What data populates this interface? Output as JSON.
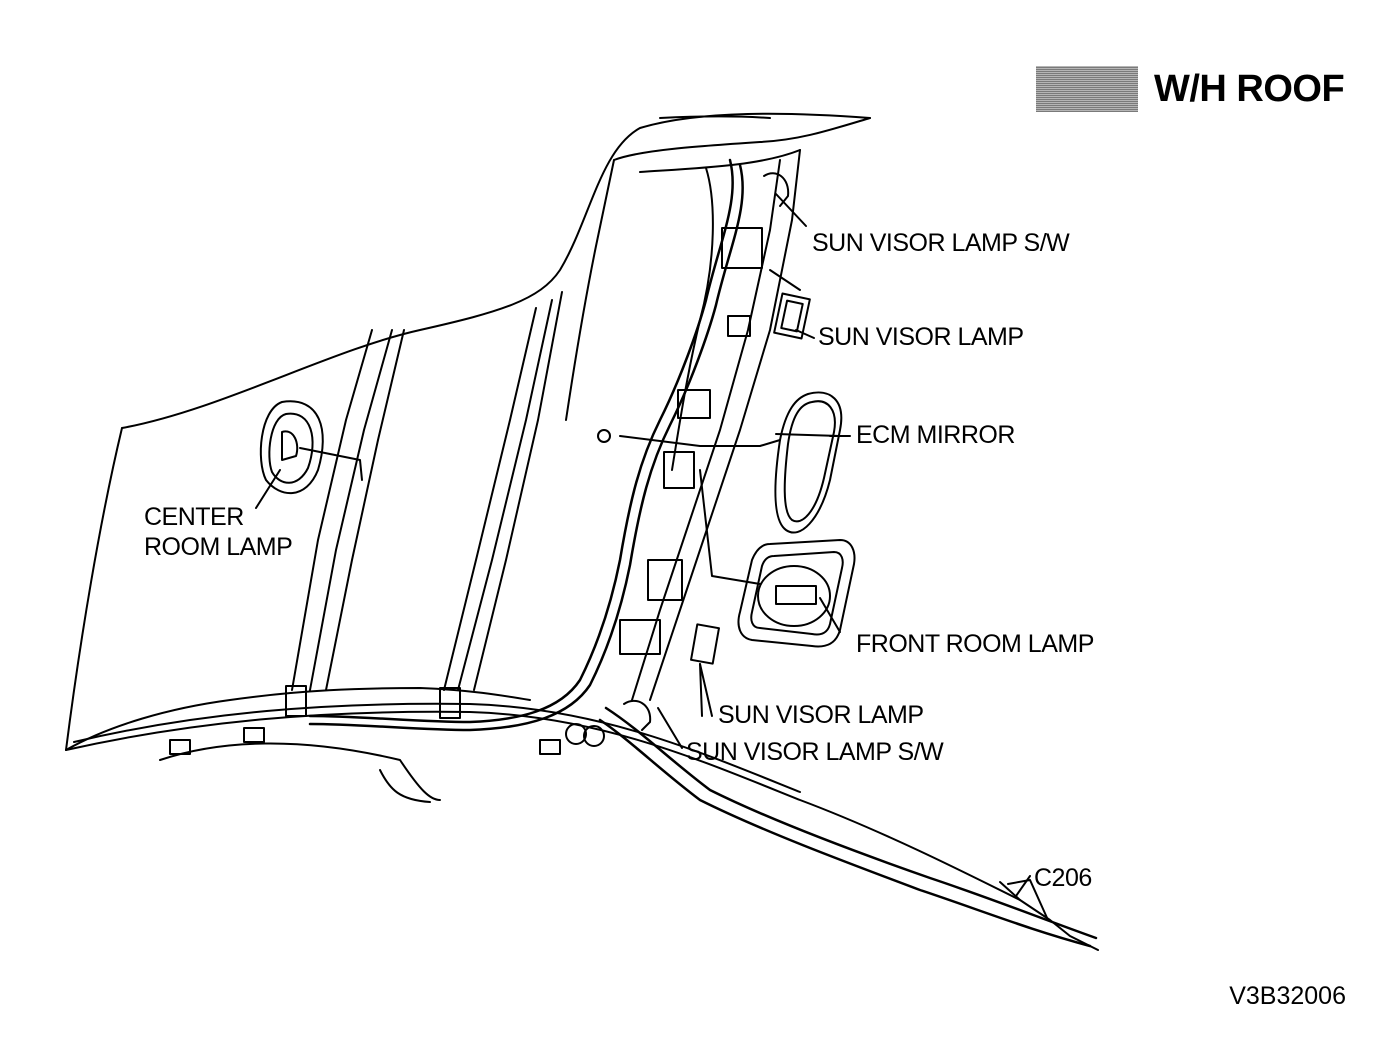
{
  "header": {
    "title": "W/H ROOF"
  },
  "labels": {
    "sun_visor_lamp_sw_top": "SUN VISOR LAMP S/W",
    "sun_visor_lamp_top": "SUN VISOR LAMP",
    "ecm_mirror": "ECM MIRROR",
    "center_room_lamp_1": "CENTER",
    "center_room_lamp_2": "ROOM LAMP",
    "front_room_lamp": "FRONT ROOM LAMP",
    "sun_visor_lamp_bottom": "SUN VISOR LAMP",
    "sun_visor_lamp_sw_bottom": "SUN VISOR LAMP S/W",
    "connector": "C206"
  },
  "figure_code": "V3B32006",
  "colors": {
    "ink": "#000000",
    "paper": "#ffffff",
    "swatch": "#9a9a9a"
  }
}
